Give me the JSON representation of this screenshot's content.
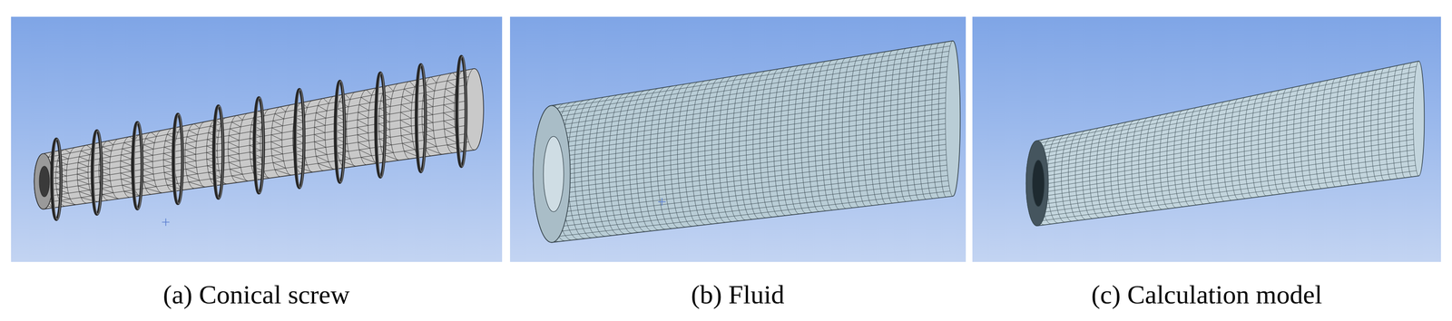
{
  "diagram": {
    "labels": [
      "(a) Conical screw",
      "(b) Fluid",
      "(c) Calculation model"
    ]
  }
}
